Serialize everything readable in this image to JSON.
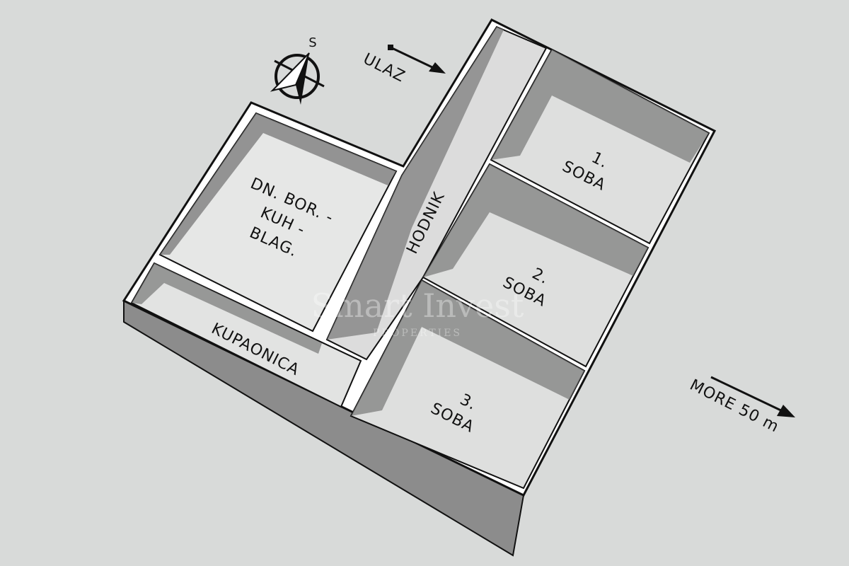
{
  "compass": {
    "label": "S"
  },
  "entrance": {
    "label": "ULAZ"
  },
  "sea": {
    "label": "MORE 50 m"
  },
  "rooms": {
    "kitchen": {
      "line1": "DN. BOR. -",
      "line2": "KUH -",
      "line3": "BLAG."
    },
    "bathroom": {
      "label": "KUPAONICA"
    },
    "hallway": {
      "label": "HODNIK"
    },
    "room1": {
      "number": "1.",
      "label": "SOBA"
    },
    "room2": {
      "number": "2.",
      "label": "SOBA"
    },
    "room3": {
      "number": "3.",
      "label": "SOBA"
    }
  },
  "watermark": {
    "title": "Smart Invest",
    "subtitle": "PROPERTIES"
  },
  "colors": {
    "background": "#d8dad9",
    "wall_top": "#ffffff",
    "wall_side": "#8a8a8a",
    "floor": "#e4e5e4",
    "outline": "#111111"
  }
}
